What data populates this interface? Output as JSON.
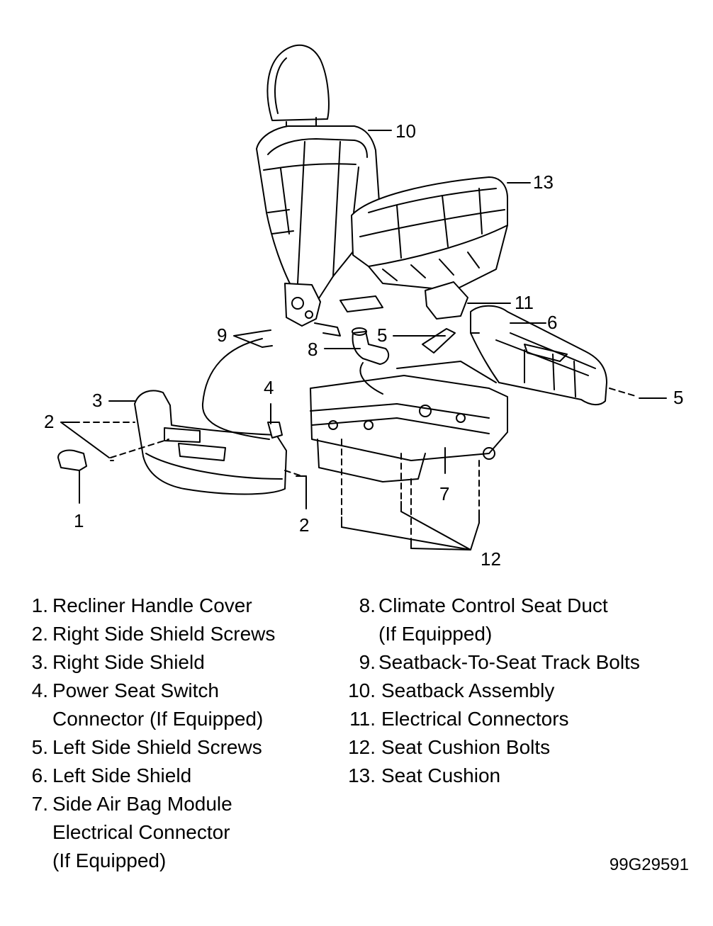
{
  "figure_id": "99G29591",
  "callouts": [
    "1",
    "2",
    "2",
    "3",
    "4",
    "5",
    "5",
    "6",
    "7",
    "8",
    "9",
    "10",
    "11",
    "12",
    "13"
  ],
  "legend_left": [
    {
      "num": "1.",
      "lines": [
        "Recliner Handle Cover"
      ]
    },
    {
      "num": "2.",
      "lines": [
        "Right Side Shield Screws"
      ]
    },
    {
      "num": "3.",
      "lines": [
        "Right Side Shield"
      ]
    },
    {
      "num": "4.",
      "lines": [
        "Power Seat Switch",
        "Connector (If Equipped)"
      ]
    },
    {
      "num": "5.",
      "lines": [
        "Left Side Shield Screws"
      ]
    },
    {
      "num": "6.",
      "lines": [
        "Left Side Shield"
      ]
    },
    {
      "num": "7.",
      "lines": [
        "Side Air Bag Module",
        "Electrical Connector",
        "(If Equipped)"
      ]
    }
  ],
  "legend_right": [
    {
      "num": "8.",
      "lines": [
        "Climate Control Seat Duct",
        "(If Equipped)"
      ]
    },
    {
      "num": "9.",
      "lines": [
        "Seatback-To-Seat Track Bolts"
      ]
    },
    {
      "num": "10.",
      "lines": [
        "Seatback Assembly"
      ]
    },
    {
      "num": "11.",
      "lines": [
        "Electrical Connectors"
      ]
    },
    {
      "num": "12.",
      "lines": [
        "Seat Cushion Bolts"
      ]
    },
    {
      "num": "13.",
      "lines": [
        "Seat Cushion"
      ]
    }
  ]
}
